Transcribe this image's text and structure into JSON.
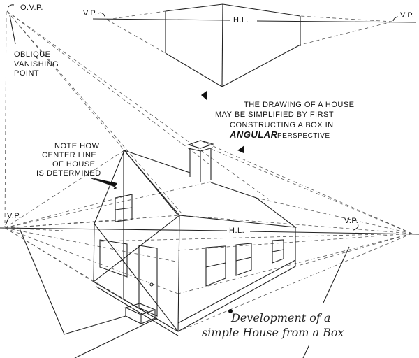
{
  "labels": {
    "ovp": "O.V.P.",
    "oblique": [
      "OBLIQUE",
      "VANISHING",
      "POINT"
    ],
    "top_vp_left": "V.P.",
    "top_vp_right": "V.P.",
    "top_hl": "H.L.",
    "intro": [
      "THE DRAWING OF A HOUSE",
      "MAY BE SIMPLIFIED BY FIRST",
      "CONSTRUCTING A BOX IN"
    ],
    "angular": "ANGULAR",
    "perspective": "PERSPECTIVE",
    "note": [
      "NOTE HOW",
      "CENTER LINE",
      "OF HOUSE",
      "IS DETERMINED"
    ],
    "main_vp_left": "V.P.",
    "main_vp_right": "V.P.",
    "main_hl": "H.L.",
    "caption": [
      "Development of a",
      "simple House from a Box"
    ]
  }
}
